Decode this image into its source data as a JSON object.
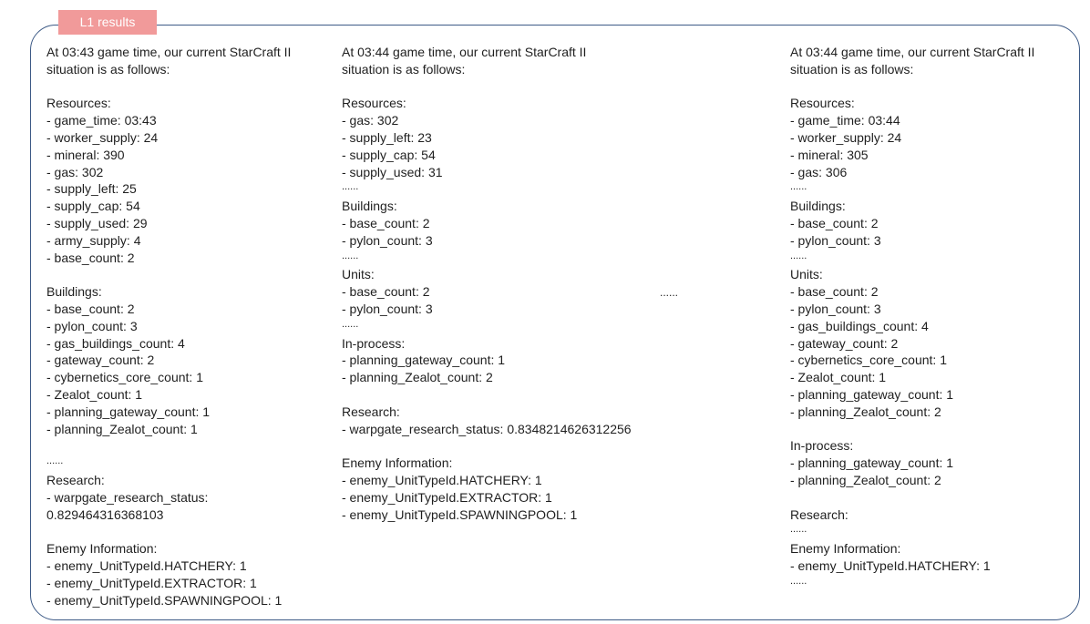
{
  "label": "L1 results",
  "middle_ellipsis": "......",
  "columns": [
    {
      "lines": [
        "At 03:43 game time, our current StarCraft II",
        "situation is as follows:",
        "",
        "Resources:",
        "- game_time: 03:43",
        "- worker_supply: 24",
        "- mineral: 390",
        "- gas: 302",
        "- supply_left: 25",
        "- supply_cap: 54",
        "- supply_used: 29",
        "- army_supply: 4",
        "- base_count: 2",
        "",
        "Buildings:",
        "- base_count: 2",
        "- pylon_count: 3",
        "- gas_buildings_count: 4",
        "- gateway_count: 2",
        "- cybernetics_core_count: 1",
        "- Zealot_count: 1",
        "- planning_gateway_count: 1",
        "- planning_Zealot_count: 1",
        "",
        "......",
        "Research:",
        "- warpgate_research_status:",
        "0.829464316368103",
        "",
        "Enemy Information:",
        "- enemy_UnitTypeId.HATCHERY: 1",
        "- enemy_UnitTypeId.EXTRACTOR: 1",
        "- enemy_UnitTypeId.SPAWNINGPOOL: 1"
      ]
    },
    {
      "lines": [
        "At 03:44 game time, our current StarCraft II",
        "situation is as follows:",
        "",
        "Resources:",
        "- gas: 302",
        "- supply_left: 23",
        "- supply_cap: 54",
        "- supply_used: 31",
        "......",
        "Buildings:",
        "- base_count: 2",
        "- pylon_count: 3",
        "......",
        "Units:",
        "- base_count: 2",
        "- pylon_count: 3",
        "......",
        "In-process:",
        "- planning_gateway_count: 1",
        "- planning_Zealot_count: 2",
        "",
        "Research:",
        "- warpgate_research_status: 0.8348214626312256",
        "",
        "Enemy Information:",
        "- enemy_UnitTypeId.HATCHERY: 1",
        "- enemy_UnitTypeId.EXTRACTOR: 1",
        "- enemy_UnitTypeId.SPAWNINGPOOL: 1"
      ]
    },
    {
      "lines": [
        "At 03:44 game time, our current StarCraft II",
        "situation is as follows:",
        "",
        "Resources:",
        "- game_time: 03:44",
        "- worker_supply: 24",
        "- mineral: 305",
        "- gas: 306",
        "......",
        "Buildings:",
        "- base_count: 2",
        "- pylon_count: 3",
        "......",
        "Units:",
        "- base_count: 2",
        "- pylon_count: 3",
        "- gas_buildings_count: 4",
        "- gateway_count: 2",
        "- cybernetics_core_count: 1",
        "- Zealot_count: 1",
        "- planning_gateway_count: 1",
        "- planning_Zealot_count: 2",
        "",
        "In-process:",
        "- planning_gateway_count: 1",
        "- planning_Zealot_count: 2",
        "",
        "Research:",
        "......",
        "Enemy Information:",
        "- enemy_UnitTypeId.HATCHERY: 1",
        "......"
      ]
    }
  ]
}
